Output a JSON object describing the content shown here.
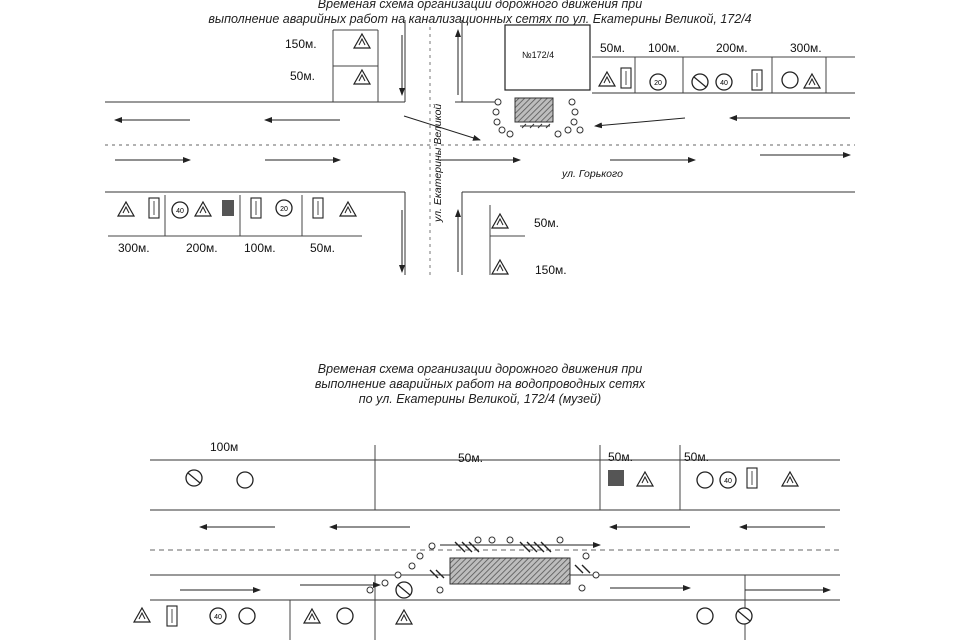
{
  "scheme_top": {
    "title_line1": "Временая схема организации дорожного движения при",
    "title_line2": "выполнение аварийных работ на канализационных сетях по ул. Екатерины Великой, 172/4",
    "building_label": "№172/4",
    "street_horizontal": "ул. Горького",
    "street_vertical": "ул. Екатерины Великой",
    "dist_top_left_150": "150м.",
    "dist_top_left_50": "50м.",
    "dist_top_right_50": "50м.",
    "dist_top_right_100": "100м.",
    "dist_top_right_200": "200м.",
    "dist_top_right_300": "300м.",
    "dist_bottom_left_300": "300м.",
    "dist_bottom_left_200": "200м.",
    "dist_bottom_left_100": "100м.",
    "dist_bottom_left_50": "50м.",
    "dist_bottom_right_50": "50м.",
    "dist_bottom_right_150": "150м.",
    "sign_speed_20": "20",
    "sign_speed_40": "40"
  },
  "scheme_bottom": {
    "title_line1": "Временая схема организации дорожного движения при",
    "title_line2": "выполнение аварийных работ на водопроводных сетях",
    "title_line3": "по  ул. Екатерины Великой, 172/4 (музей)",
    "dist_100": "100м",
    "dist_50_center": "50м.",
    "dist_50_a": "50м.",
    "dist_50_b": "50м.",
    "sign_speed_40": "40"
  }
}
